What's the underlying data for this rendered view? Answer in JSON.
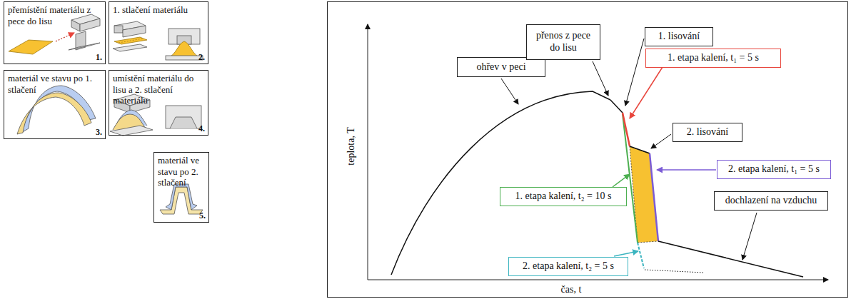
{
  "diagram": {
    "nodes": [
      {
        "text": [
          "přemístění materiálu z pece do lisu",
          "1."
        ]
      },
      {
        "text": [
          "1. stlačení materiálu",
          "2."
        ]
      },
      {
        "text": [
          "materiál ve stavu po 1. stlačení",
          "3."
        ]
      },
      {
        "text": [
          "umístění materiálu do lisu a 2. stlačení materiálu",
          "4."
        ]
      },
      {
        "text": [
          "materiál ve stavu po 2. stlačení",
          "5."
        ]
      },
      {
        "text": [
          "ohřev v peci"
        ]
      },
      {
        "text": [
          "přenos z pece do lisu"
        ]
      },
      {
        "text": [
          "1. lisování"
        ]
      },
      {
        "text": [
          "1. etapa kalení, t₁ = 5 s"
        ]
      },
      {
        "text": [
          "2. lisování"
        ]
      },
      {
        "text": [
          "2. etapa kalení, t₁ = 5 s"
        ]
      },
      {
        "text": [
          "1. etapa kalení, t₂ = 10 s"
        ]
      },
      {
        "text": [
          "dochlazení na vzduchu"
        ]
      },
      {
        "text": [
          "2. etapa kalení, t₂ = 5 s"
        ]
      }
    ],
    "labels": [
      "teplota, T",
      "čas, t"
    ]
  }
}
